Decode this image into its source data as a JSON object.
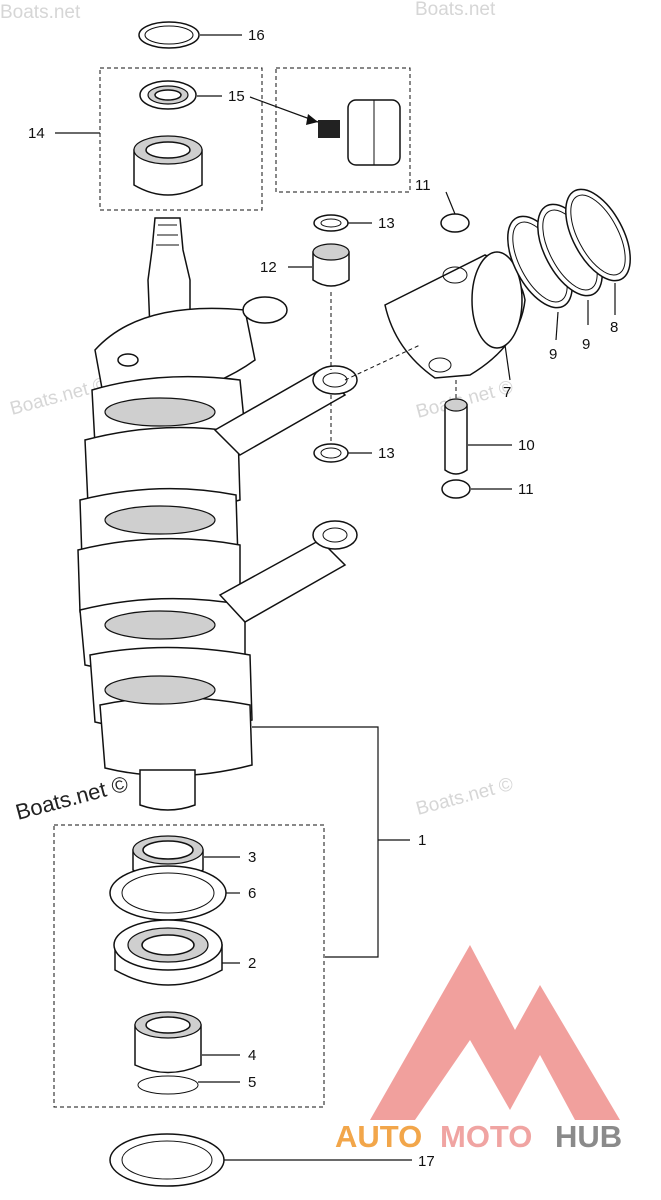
{
  "watermarks": {
    "site": "Boats.net ©",
    "site_short": "Boats.net"
  },
  "brand": {
    "part1": "AUTO",
    "part2": "MOTO",
    "part3": "HUB",
    "color_part1": "#f2a64a",
    "color_part2": "#f0a4a2",
    "color_part3": "#8a8a8a",
    "logo_color": "#ee8f8c"
  },
  "callouts": {
    "c1": "1",
    "c2": "2",
    "c3": "3",
    "c4": "4",
    "c5": "5",
    "c6": "6",
    "c7": "7",
    "c8": "8",
    "c9a": "9",
    "c9b": "9",
    "c10": "10",
    "c11a": "11",
    "c11b": "11",
    "c12": "12",
    "c13a": "13",
    "c13b": "13",
    "c14": "14",
    "c15": "15",
    "c16": "16",
    "c17": "17"
  }
}
